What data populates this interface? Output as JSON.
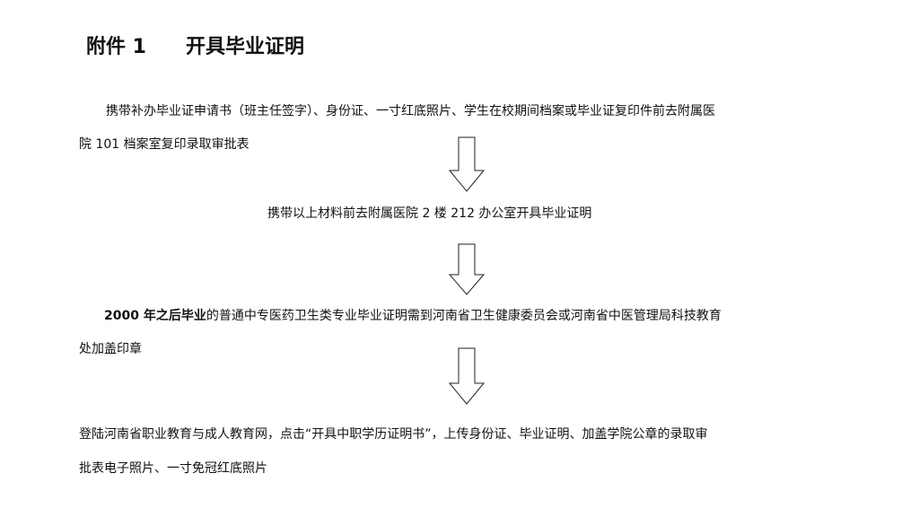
{
  "title": {
    "label": "附件 1",
    "text": "开具毕业证明"
  },
  "steps": [
    {
      "line1": "携带补办毕业证申请书（班主任签字）、身份证、一寸红底照片、学生在校期间档案或毕业证复印件前去附属医",
      "line2": "院 101 档案室复印录取审批表"
    },
    {
      "line1": "携带以上材料前去附属医院 2 楼 212 办公室开具毕业证明"
    },
    {
      "bold": "2000 年之后毕业",
      "line1": "的普通中专医药卫生类专业毕业证明需到河南省卫生健康委员会或河南省中医管理局科技教育",
      "line2": "处加盖印章"
    },
    {
      "line1": "登陆河南省职业教育与成人教育网，点击“开具中职学历证明书”，上传身份证、毕业证明、加盖学院公章的录取审",
      "line2": "批表电子照片、一寸免冠红底照片"
    }
  ]
}
